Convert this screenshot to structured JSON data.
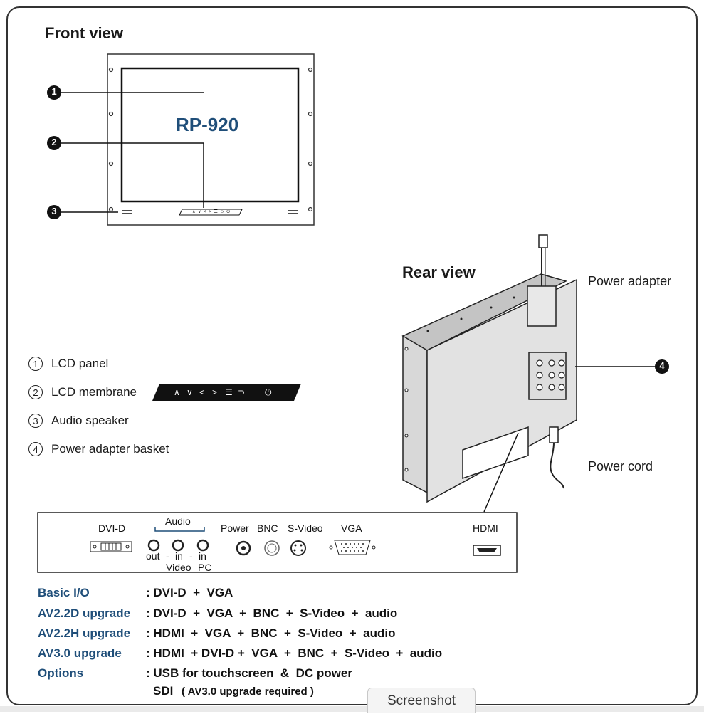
{
  "front_view": {
    "heading": "Front view",
    "model": "RP-920",
    "buttons": "∧ ∨ < > ☰ ⊃ ⏻"
  },
  "rear_view": {
    "heading": "Rear view",
    "power_adapter": "Power adapter",
    "power_cord": "Power cord"
  },
  "callouts": [
    "1",
    "2",
    "3",
    "4"
  ],
  "legend": [
    {
      "num": "1",
      "label": "LCD panel"
    },
    {
      "num": "2",
      "label": "LCD membrane"
    },
    {
      "num": "3",
      "label": "Audio speaker"
    },
    {
      "num": "4",
      "label": "Power adapter basket"
    }
  ],
  "membrane_buttons": [
    "∧",
    "∨",
    "<",
    ">",
    "☰",
    "⊃",
    "⏻"
  ],
  "ports": {
    "dvi": "DVI-D",
    "audio": "Audio",
    "out": "out",
    "dash1": "-",
    "in1": "in",
    "dash2": "-",
    "in2": "in",
    "video": "Video",
    "pc": "PC",
    "power": "Power",
    "bnc": "BNC",
    "svideo": "S-Video",
    "vga": "VGA",
    "hdmi": "HDMI"
  },
  "specs": [
    {
      "key": "Basic I/O",
      "value": ": DVI-D  +  VGA"
    },
    {
      "key": "AV2.2D upgrade",
      "value": ": DVI-D  +  VGA  +  BNC  +  S-Video  +  audio"
    },
    {
      "key": "AV2.2H upgrade",
      "value": ": HDMI  +  VGA  +  BNC  +  S-Video  +  audio"
    },
    {
      "key": "AV3.0 upgrade",
      "value": ": HDMI  + DVI-D +  VGA  +  BNC  +  S-Video  +  audio"
    },
    {
      "key": "Options",
      "value": ": USB for touchscreen  &  DC power"
    }
  ],
  "options_sub": {
    "main": "SDI",
    "note": "( AV3.0 upgrade required )"
  },
  "tab_label": "Screenshot"
}
